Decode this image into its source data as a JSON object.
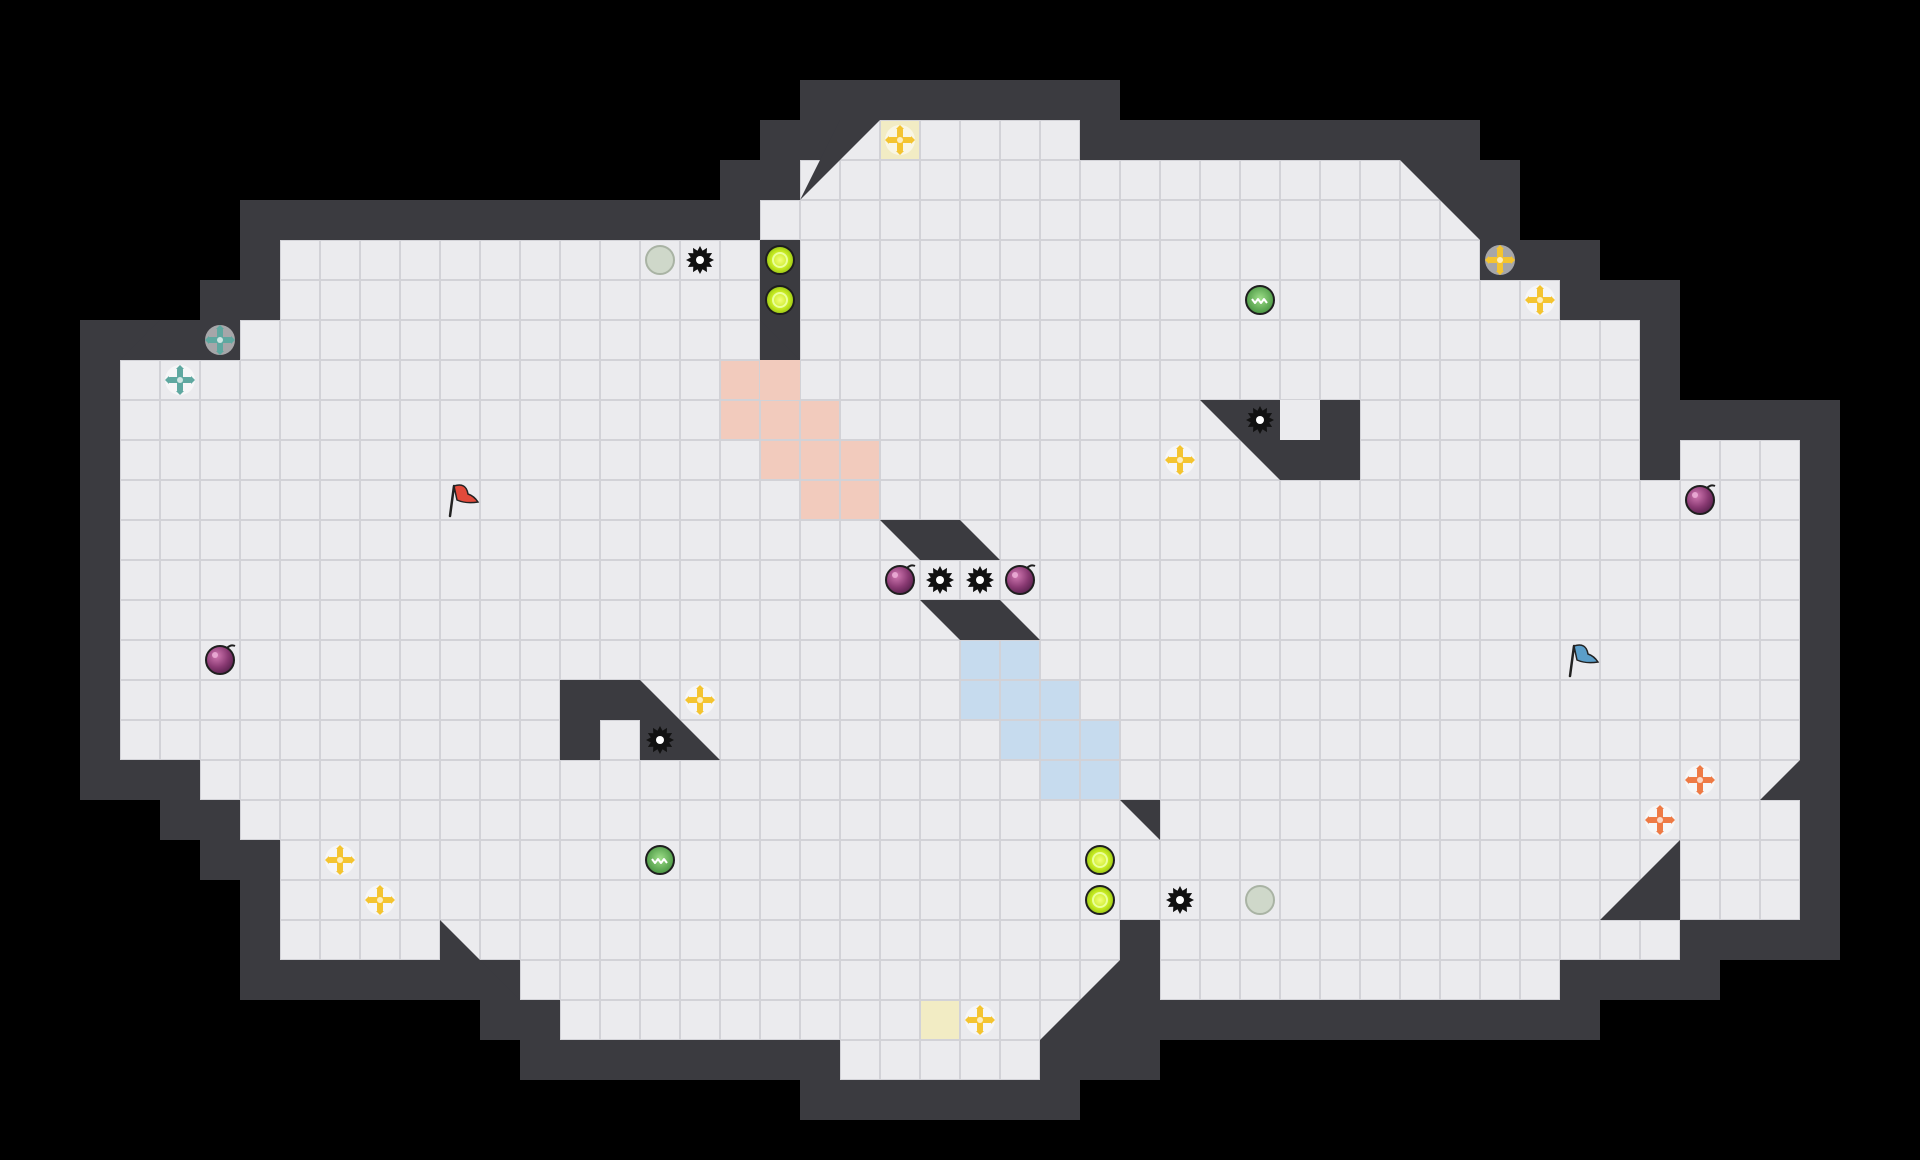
{
  "level": {
    "grid_cols": 43,
    "grid_rows": 24,
    "floor_rows": [
      [
        19,
        24
      ],
      [
        18,
        33
      ],
      [
        17,
        34
      ],
      [
        5,
        16,
        18,
        34
      ],
      [
        5,
        16,
        18,
        36
      ],
      [
        4,
        16,
        18,
        38
      ],
      [
        1,
        16,
        18,
        38
      ],
      [
        1,
        17,
        18,
        38
      ],
      [
        1,
        38,
        40,
        42
      ],
      [
        1,
        42
      ],
      [
        1,
        42
      ],
      [
        1,
        42
      ],
      [
        1,
        42
      ],
      [
        1,
        42
      ],
      [
        1,
        42
      ],
      [
        1,
        42
      ],
      [
        3,
        42
      ],
      [
        4,
        42
      ],
      [
        5,
        42
      ],
      [
        5,
        42
      ],
      [
        5,
        25,
        27,
        39
      ],
      [
        11,
        25,
        27,
        36
      ],
      [
        12,
        25
      ],
      [
        19,
        23
      ]
    ],
    "colors": {
      "background": "#000000",
      "wall": "#3b3b40",
      "floor": "#ebebee",
      "grid_line": "#d2d2d7",
      "red_zone": "#f2cbbd",
      "blue_zone": "#c6dbee",
      "yellow_tile": "#f2ecc4"
    },
    "red_zone": [
      [
        16,
        6
      ],
      [
        17,
        6
      ],
      [
        16,
        7
      ],
      [
        17,
        7
      ],
      [
        18,
        7
      ],
      [
        17,
        8
      ],
      [
        18,
        8
      ],
      [
        19,
        8
      ],
      [
        18,
        9
      ],
      [
        19,
        9
      ]
    ],
    "blue_zone": [
      [
        22,
        13
      ],
      [
        23,
        13
      ],
      [
        22,
        14
      ],
      [
        23,
        14
      ],
      [
        24,
        14
      ],
      [
        23,
        15
      ],
      [
        24,
        15
      ],
      [
        25,
        15
      ],
      [
        24,
        16
      ],
      [
        25,
        16
      ]
    ],
    "yellow_tiles": [
      [
        20,
        0
      ],
      [
        21,
        22
      ]
    ],
    "entities": [
      {
        "type": "flag",
        "team": "red",
        "color": "#e24a3b",
        "col": 9,
        "row": 9
      },
      {
        "type": "flag",
        "team": "blue",
        "color": "#5b9ec9",
        "col": 37,
        "row": 13
      },
      {
        "type": "bomb",
        "col": 3,
        "row": 13
      },
      {
        "type": "bomb",
        "col": 20,
        "row": 11
      },
      {
        "type": "bomb",
        "col": 23,
        "row": 11
      },
      {
        "type": "bomb",
        "col": 40,
        "row": 9
      },
      {
        "type": "spike",
        "col": 15,
        "row": 3
      },
      {
        "type": "spike",
        "col": 21,
        "row": 11
      },
      {
        "type": "spike",
        "col": 22,
        "row": 11
      },
      {
        "type": "spike",
        "col": 14,
        "row": 15
      },
      {
        "type": "spike",
        "col": 29,
        "row": 7
      },
      {
        "type": "spike",
        "col": 27,
        "row": 19
      },
      {
        "type": "boost",
        "color": "#a3d936",
        "col": 17,
        "row": 3
      },
      {
        "type": "boost",
        "color": "#a3d936",
        "col": 17,
        "row": 4
      },
      {
        "type": "boost",
        "color": "#a3d936",
        "col": 25,
        "row": 18
      },
      {
        "type": "boost",
        "color": "#a3d936",
        "col": 25,
        "row": 19
      },
      {
        "type": "gate",
        "col": 14,
        "row": 3
      },
      {
        "type": "gate",
        "col": 29,
        "row": 19
      },
      {
        "type": "jukejuice",
        "col": 29,
        "row": 4
      },
      {
        "type": "jukejuice",
        "col": 14,
        "row": 18
      },
      {
        "type": "powerup",
        "color": "#f4c430",
        "col": 20,
        "row": 0
      },
      {
        "type": "powerup",
        "color": "#f4c430",
        "col": 35,
        "row": 3
      },
      {
        "type": "powerup",
        "color": "#f4c430",
        "col": 36,
        "row": 4
      },
      {
        "type": "powerup",
        "color": "#f4c430",
        "col": 27,
        "row": 8
      },
      {
        "type": "powerup",
        "color": "#f4c430",
        "col": 15,
        "row": 14
      },
      {
        "type": "powerup",
        "color": "#f4c430",
        "col": 6,
        "row": 18
      },
      {
        "type": "powerup",
        "color": "#f4c430",
        "col": 7,
        "row": 19
      },
      {
        "type": "powerup",
        "color": "#f4c430",
        "col": 22,
        "row": 22
      },
      {
        "type": "portal",
        "color": "#5fa8a0",
        "col": 3,
        "row": 5
      },
      {
        "type": "portal",
        "color": "#5fa8a0",
        "col": 2,
        "row": 6
      },
      {
        "type": "portal",
        "color": "#ee7a45",
        "col": 40,
        "row": 16
      },
      {
        "type": "portal",
        "color": "#ee7a45",
        "col": 39,
        "row": 17
      }
    ]
  }
}
